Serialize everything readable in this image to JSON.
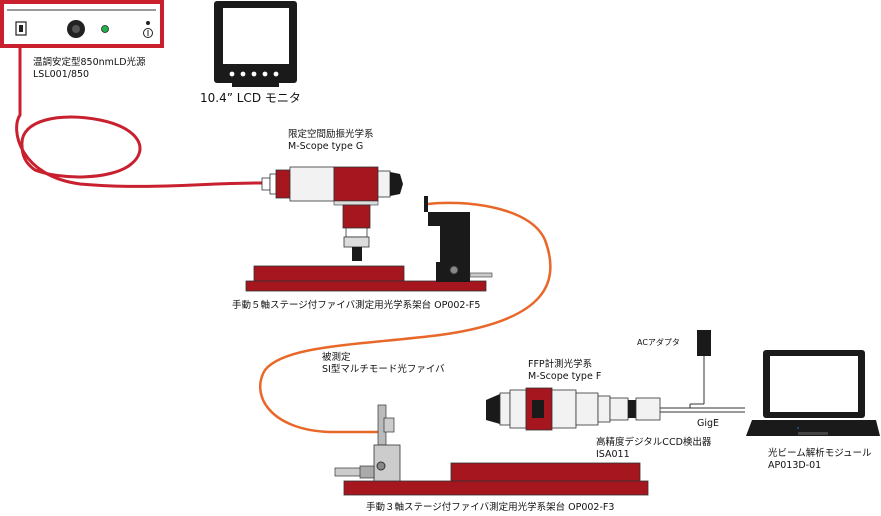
{
  "colors": {
    "accent_red": "#c8202f",
    "fiber_orange": "#e8682a",
    "stage_red": "#a5161f",
    "dark": "#1a1a1a",
    "led_green": "#22b14c"
  },
  "labels": {
    "light_source": {
      "line1": "温調安定型850nmLD光源",
      "line2": "LSL001/850"
    },
    "lcd": {
      "line1": "10.4” LCD モニタ"
    },
    "mscope_g": {
      "line1": "限定空間励振光学系",
      "line2": "M-Scope type G"
    },
    "stage5": {
      "line1": "手動５軸ステージ付ファイバ測定用光学系架台 OP002-F5"
    },
    "fiber": {
      "line1": "被測定",
      "line2": "SI型マルチモード光ファイバ"
    },
    "ffp": {
      "line1": "FFP計測光学系",
      "line2": "M-Scope type F"
    },
    "ccd": {
      "line1": "高精度デジタルCCD検出器",
      "line2": "ISA011"
    },
    "ac_adapter": {
      "line1": "ACアダプタ"
    },
    "gige": {
      "line1": "GigE"
    },
    "laptop": {
      "line1": "光ビーム解析モジュール",
      "line2": "AP013D-01"
    },
    "stage3": {
      "line1": "手動３軸ステージ付ファイバ測定用光学系架台 OP002-F3"
    }
  },
  "icons": [
    "power-switch-icon",
    "led-indicator-icon",
    "knob-icon"
  ]
}
